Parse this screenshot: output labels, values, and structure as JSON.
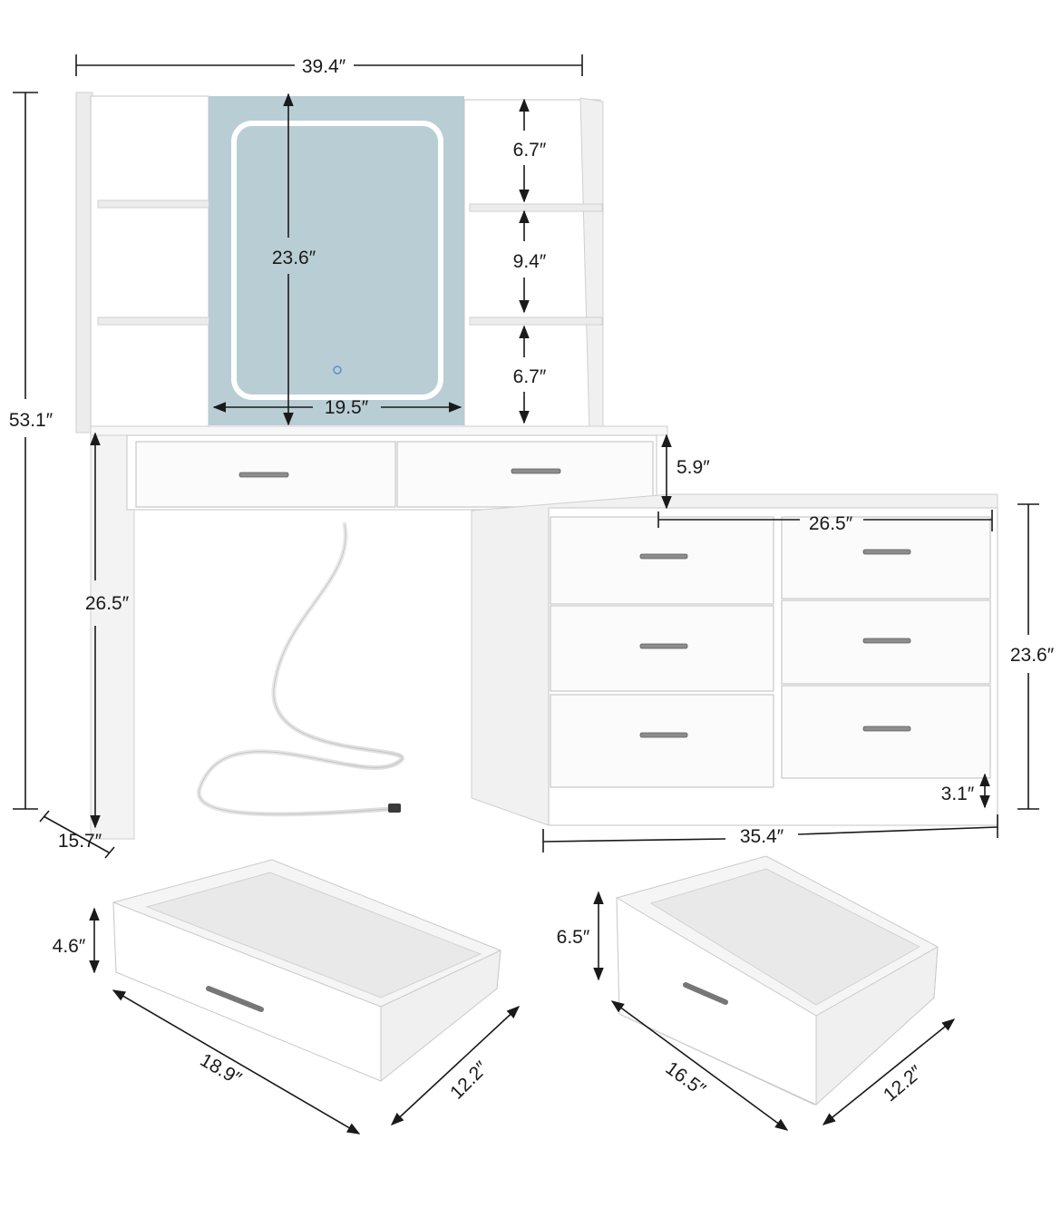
{
  "dimensions": {
    "overall_width": "39.4″",
    "overall_height": "53.1″",
    "mirror_height": "23.6″",
    "mirror_width": "19.5″",
    "shelf_top": "6.7″",
    "shelf_middle": "9.4″",
    "shelf_bottom": "6.7″",
    "drawer_height_top": "5.9″",
    "desk_height": "26.5″",
    "depth": "15.7″",
    "chest_inner_width": "26.5″",
    "chest_height": "23.6″",
    "chest_base": "3.1″",
    "chest_width": "35.4″",
    "small_drawer_height": "4.6″",
    "small_drawer_width": "18.9″",
    "small_drawer_depth": "12.2″",
    "large_drawer_height": "6.5″",
    "large_drawer_width": "16.5″",
    "large_drawer_depth": "12.2″"
  },
  "colors": {
    "mirror": "#b9cdd4",
    "mirror_light": "#ffffff",
    "furniture": "#ffffff",
    "dimension_lines": "#1a1a1a"
  }
}
